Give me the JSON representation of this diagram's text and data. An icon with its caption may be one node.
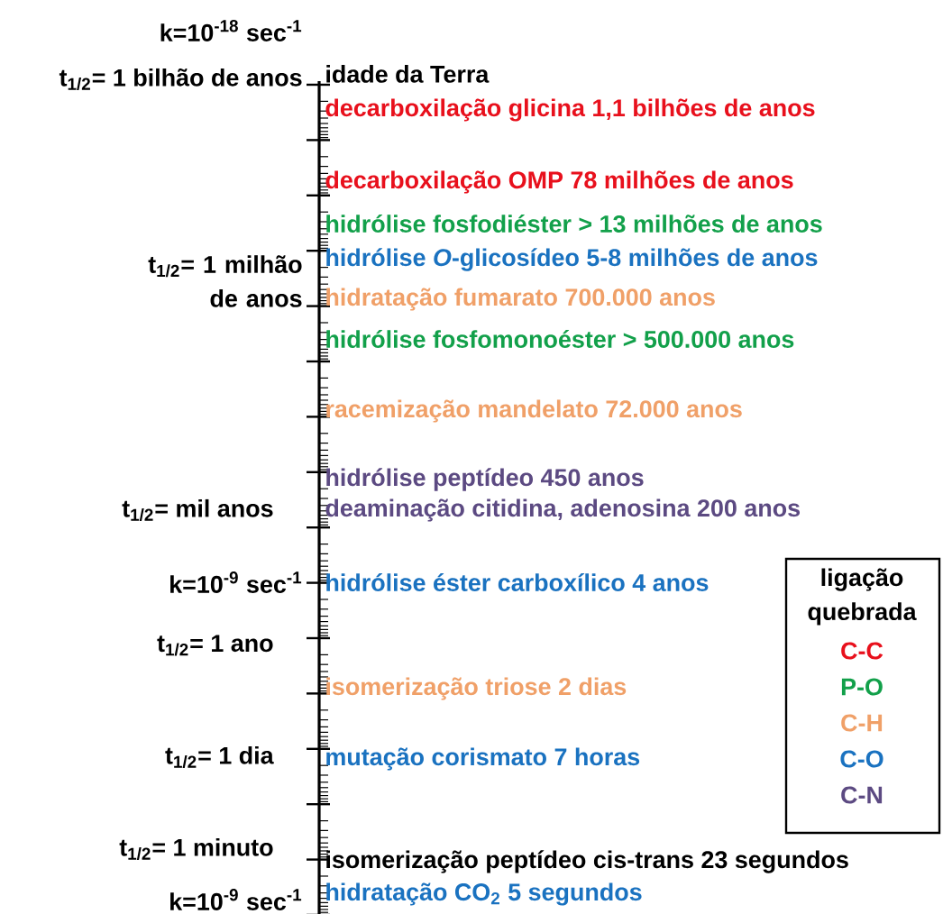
{
  "diagram": {
    "labels": [
      "k=10$^{-18}$ sec$^{-1}$",
      "t$_{1/2}$= 1 bilhão de anos",
      "idade da Terra",
      "decarboxilação glicina 1,1 bilhões de anos",
      "decarboxilação OMP 78 milhões de anos",
      "hidrólise fosfodiéster > 13 milhões de anos",
      "hidrólise *O*-glicosídeo 5-8 milhões de anos",
      "t$_{1/2}$= 1 milhão de anos",
      "hidratação fumarato 700.000 anos",
      "hidrólise fosfomonoéster > 500.000 anos",
      "racemização mandelato 72.000 anos",
      "hidrólise peptídeo 450 anos",
      "t$_{1/2}$= mil anos",
      "deaminação citidina, adenosina 200 anos",
      "k=10$^{-9}$ sec$^{-1}$",
      "hidrólise éster carboxílico 4 anos",
      "ligação quebrada",
      "t$_{1/2}$= 1 ano",
      "isomerização triose 2 dias",
      "t$_{1/2}$= 1 dia",
      "mutação corismato 7 horas",
      "t$_{1/2}$= 1 minuto",
      "isomerização peptídeo cis-trans 23 segundos",
      "k=10$^{-9}$ sec$^{-1}$",
      "hidratação CO$_{2}$ 5 segundos"
    ],
    "legend": [
      {
        "text": "C-C",
        "color": "#e8101c"
      },
      {
        "text": "P-O",
        "color": "#12a04a"
      },
      {
        "text": "C-H",
        "color": "#f0a068"
      },
      {
        "text": "C-O",
        "color": "#1a72c0"
      },
      {
        "text": "C-N",
        "color": "#5c4a82"
      }
    ]
  }
}
